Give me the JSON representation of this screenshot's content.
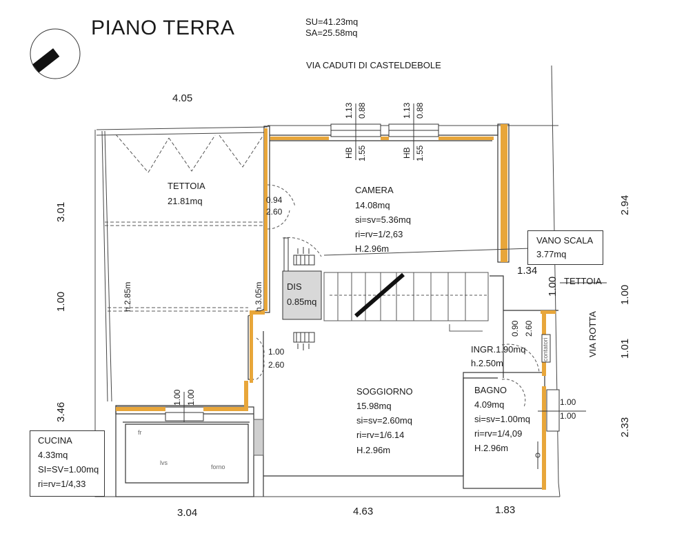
{
  "header": {
    "title": "PIANO TERRA",
    "su": "SU=41.23mq",
    "sa": "SA=25.58mq",
    "street": "VIA CADUTI DI CASTELDEBOLE"
  },
  "rooms": {
    "tettoia_main": {
      "name": "TETTOIA",
      "area": "21.81mq"
    },
    "camera": {
      "name": "CAMERA",
      "area": "14.08mq",
      "si": "si=sv=5.36mq",
      "ri": "ri=rv=1/2,63",
      "h": "H.2.96m"
    },
    "vano_scala": {
      "name": "VANO SCALA",
      "area": "3.77mq"
    },
    "dis": {
      "name": "DIS",
      "area": "0.85mq"
    },
    "ingr": {
      "name": "INGR.1.90mq",
      "h": "h.2.50m"
    },
    "bagno": {
      "name": "BAGNO",
      "area": "4.09mq",
      "si": "si=sv=1.00mq",
      "ri": "ri=rv=1/4,09",
      "h": "H.2.96m"
    },
    "soggiorno": {
      "name": "SOGGIORNO",
      "area": "15.98mq",
      "si": "si=sv=2.60mq",
      "ri": "ri=rv=1/6.14",
      "h": "H.2.96m"
    },
    "cucina": {
      "name": "CUCINA",
      "area": "4.33mq",
      "si": "SI=SV=1.00mq",
      "ri": "ri=rv=1/4,33"
    },
    "tettoia_right": {
      "name": "TETTOIA"
    }
  },
  "streets": {
    "via_rotta": "VIA ROTTA"
  },
  "dimensions": {
    "top_width": "4.05",
    "left_top": "3.01",
    "left_mid": "1.00",
    "left_bottom": "3.46",
    "right_top": "2.94",
    "right_mid1": "1.00",
    "right_mid2": "1.01",
    "right_bottom": "2.33",
    "bottom_left": "3.04",
    "bottom_mid": "4.63",
    "bottom_right": "1.83",
    "stair_width": "1.34",
    "tettoia_depth": "1.00",
    "wall_h_left": "h.2.85m",
    "wall_h_right": "h.3.05m"
  },
  "openings": {
    "win1_h": "1.13",
    "win1_w": "0.88",
    "win1_hb": "HB",
    "win1_hb_val": "1.55",
    "win2_h": "1.13",
    "win2_w": "0.88",
    "win2_hb": "HB",
    "win2_hb_val": "1.55",
    "door_tettoia_w": "0.94",
    "door_tettoia_h": "2.60",
    "door_sogg_w": "1.00",
    "door_sogg_h": "2.60",
    "door_ingr_w": "0.90",
    "door_ingr_h": "2.60",
    "win_cucina_a": "1.00",
    "win_cucina_b": "1.00",
    "win_bagno_w": "1.00",
    "win_bagno_h": "1.00"
  },
  "fixtures": {
    "fr": "fr",
    "lvs": "lvs",
    "forno": "forno",
    "contatori": "contatori"
  },
  "colors": {
    "wall_accent": "#e8a63a",
    "stroke": "#333333",
    "stair_diag": "#111111"
  }
}
